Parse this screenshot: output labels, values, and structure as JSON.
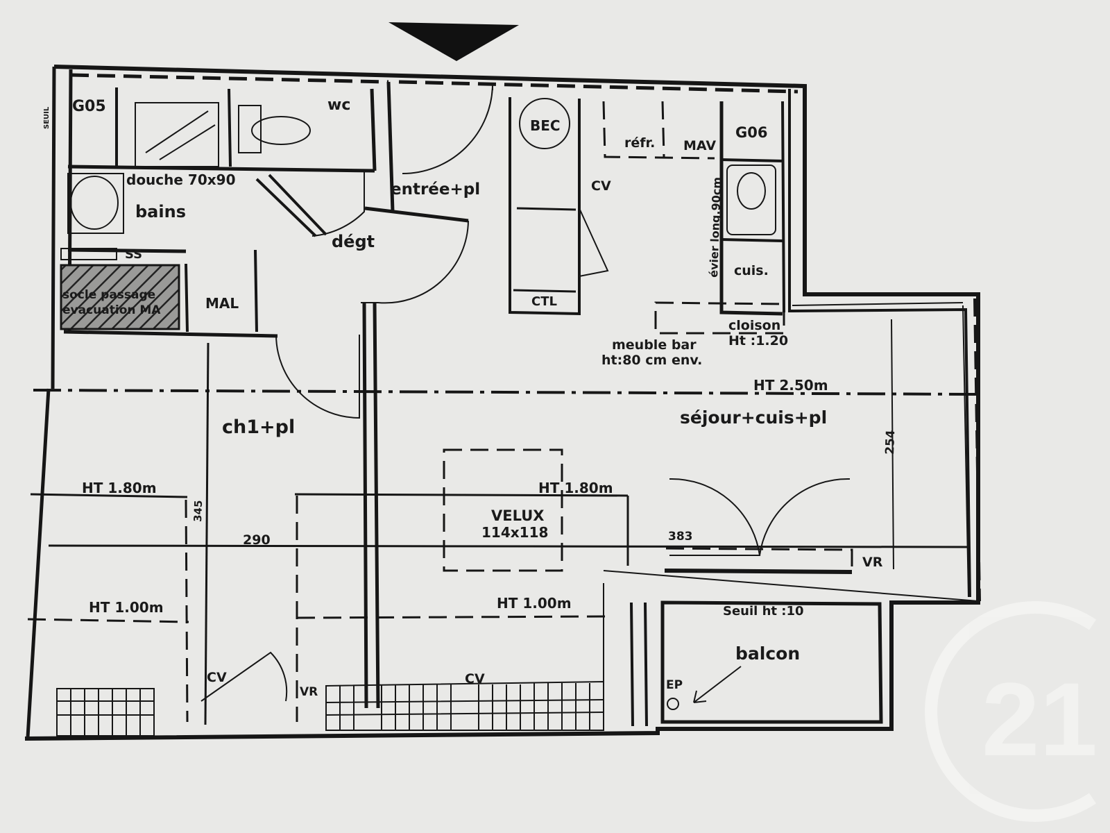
{
  "rooms": {
    "g05": "G05",
    "wc": "wc",
    "douche": "douche 70x90",
    "bains": "bains",
    "ss": "SS",
    "socle": "socle passage",
    "evacuation": "évacuation MA",
    "mal": "MAL",
    "entree": "entrée+pl",
    "degt": "dégt",
    "bec": "BEC",
    "cv_1": "CV",
    "ctl": "CTL",
    "refr": "réfr.",
    "mav": "MAV",
    "g06": "G06",
    "evier": "évier long.90cm",
    "cuis": "cuis.",
    "cloison": "cloison",
    "cloison_ht": "Ht :1.20",
    "meuble_bar": "meuble bar",
    "meuble_bar_ht": "ht:80 cm env.",
    "ht_250": "HT 2.50m",
    "sejour": "séjour+cuis+pl",
    "dim_254": "254",
    "ch1": "ch1+pl",
    "ht_180_left": "HT 1.80m",
    "ht_180_mid": "HT 1.80m",
    "dim_345": "345",
    "dim_290": "290",
    "velux": "VELUX",
    "velux_size": "114x118",
    "dim_383": "383",
    "vr_right": "VR",
    "ht_100_left": "HT 1.00m",
    "ht_100_mid": "HT 1.00m",
    "seuil": "Seuil ht :10",
    "balcon": "balcon",
    "ep": "EP",
    "cv_2": "CV",
    "vr_left": "VR",
    "cv_3": "CV",
    "side_small": "SEUIL"
  },
  "logo": {
    "text": "21"
  },
  "colors": {
    "ink": "#161616",
    "paper": "#e9e9e7",
    "logo": "#f4f4f2"
  }
}
